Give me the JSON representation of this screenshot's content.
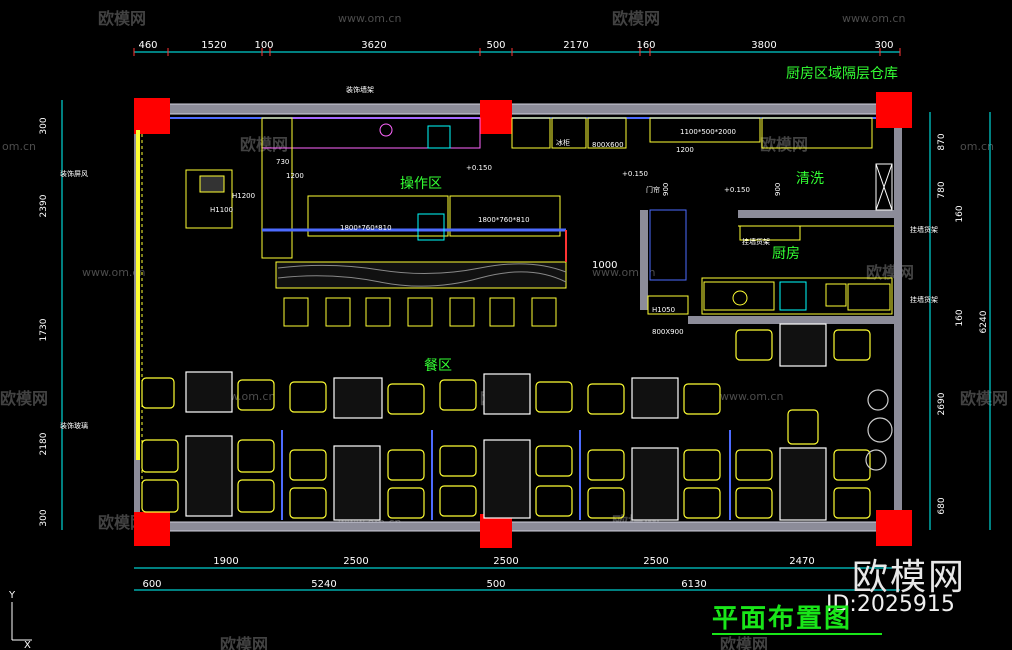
{
  "colors": {
    "background": "#000000",
    "column": "#ff0000",
    "furniture": "#ffff33",
    "zone_text": "#33ff33",
    "dimension_line": "#00ffff",
    "dimension_side": "#ff00ff",
    "wall": "#9a9aa6",
    "glass": "#4d6bff"
  },
  "dimensions": {
    "top": [
      "460",
      "1520",
      "100",
      "3620",
      "500",
      "2170",
      "160",
      "3800",
      "300"
    ],
    "bottom_inner": [
      "1900",
      "2500",
      "2500",
      "2500",
      "2470"
    ],
    "bottom_outer": [
      "600",
      "5240",
      "500",
      "6130"
    ],
    "left": [
      "300",
      "2390",
      "1730",
      "2180",
      "300"
    ],
    "right_inner": [
      "870",
      "780",
      "160",
      "160",
      "2690",
      "680"
    ],
    "right_outer": [
      "6240"
    ]
  },
  "zones": {
    "operation": "操作区",
    "dining": "餐区",
    "kitchen": "厨房",
    "washing": "清洗",
    "kitchen_storage": "厨房区域隔层仓库"
  },
  "annotations": {
    "counter_left": "1800*760*810",
    "counter_right": "1800*760*810",
    "shelf_size": "1100*500*2000",
    "table_size": "800X600",
    "fridge": "冰柜",
    "door_width": "1000",
    "heights": [
      "H1100",
      "H1050",
      "H1200"
    ],
    "elevations": [
      "+0.150",
      "+0.150",
      "+0.150"
    ],
    "dims_misc": [
      "1200",
      "900",
      "900",
      "1200",
      "730"
    ],
    "labels": [
      "装饰墙架",
      "挂墙货架",
      "挂墙货架",
      "挂墙货架",
      "装饰屏风",
      "装饰玻璃",
      "门帘",
      "800X900"
    ]
  },
  "watermarks": {
    "brand_cn": "欧模网",
    "url": "www.om.cn",
    "url_short": "om.cn"
  },
  "footer": {
    "brand": "欧模网",
    "id": "ID:2025915",
    "plan_title": "平面布置图"
  },
  "ucs": {
    "y_label": "Y",
    "x_label": "X"
  }
}
